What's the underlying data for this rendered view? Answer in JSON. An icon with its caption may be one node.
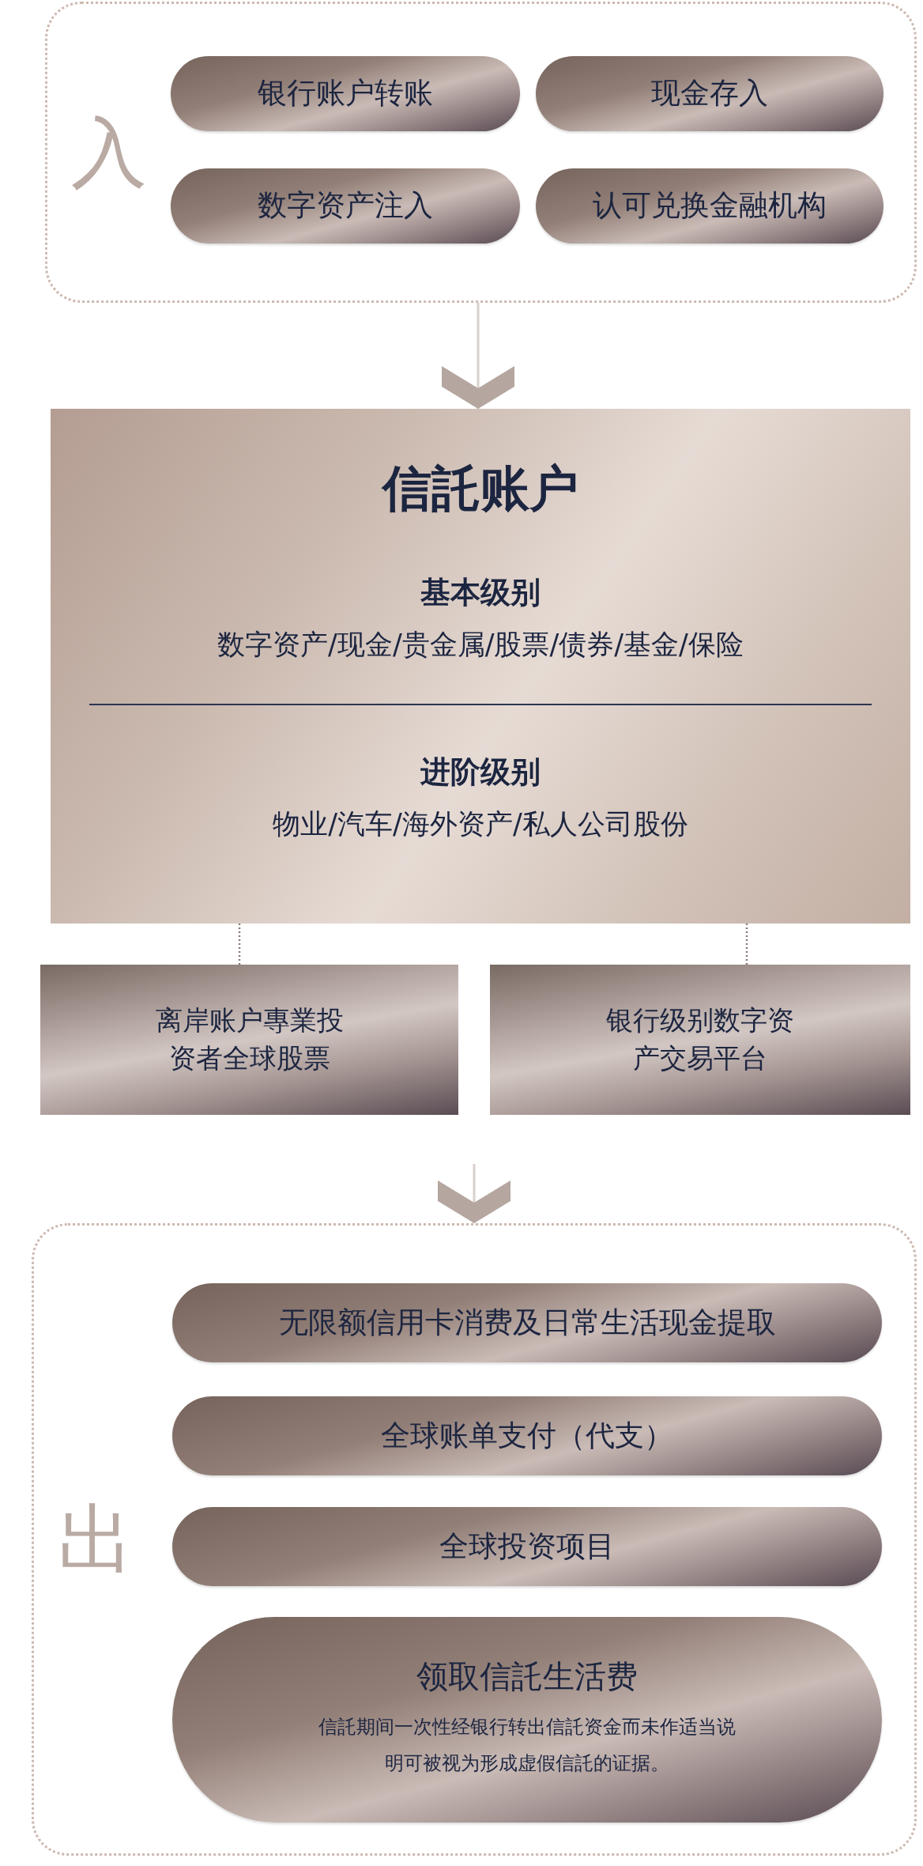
{
  "diagram": {
    "nodes": [
      {
        "text": [
          "入"
        ]
      },
      {
        "text": [
          "银行账户转账"
        ],
        "in": 0
      },
      {
        "text": [
          "现金存入"
        ],
        "in": 0
      },
      {
        "text": [
          "数字资产注入"
        ],
        "in": 0
      },
      {
        "text": [
          "认可兑换金融机构"
        ],
        "in": 0
      },
      {
        "text": [
          "信託账户",
          "基本级别",
          "数字资产/现金/贵金属/股票/债券/基金/保险",
          "进阶级别",
          "物业/汽车/海外资产/私人公司股份"
        ]
      },
      {
        "text": [
          "离岸账户專業投资者全球股票"
        ]
      },
      {
        "text": [
          "银行级别数字资产交易平台"
        ]
      },
      {
        "text": [
          "出"
        ]
      },
      {
        "text": [
          "无限额信用卡消费及日常生活现金提取"
        ],
        "in": 8
      },
      {
        "text": [
          "全球账单支付（代支）"
        ],
        "in": 8
      },
      {
        "text": [
          "全球投资项目"
        ],
        "in": 8
      },
      {
        "text": [
          "领取信託生活费",
          "信託期间一次性经银行转出信託资金而未作适当说明可被视为形成虚假信託的证据。"
        ],
        "in": 8
      }
    ],
    "edges": [
      {
        "from": 0,
        "to": 5,
        "arrow": "to"
      },
      {
        "from": 5,
        "to": 6,
        "arrow": "none",
        "style": "dashed"
      },
      {
        "from": 5,
        "to": 7,
        "arrow": "none",
        "style": "dashed"
      },
      {
        "from": null,
        "to": 8,
        "arrow": "to"
      }
    ]
  }
}
